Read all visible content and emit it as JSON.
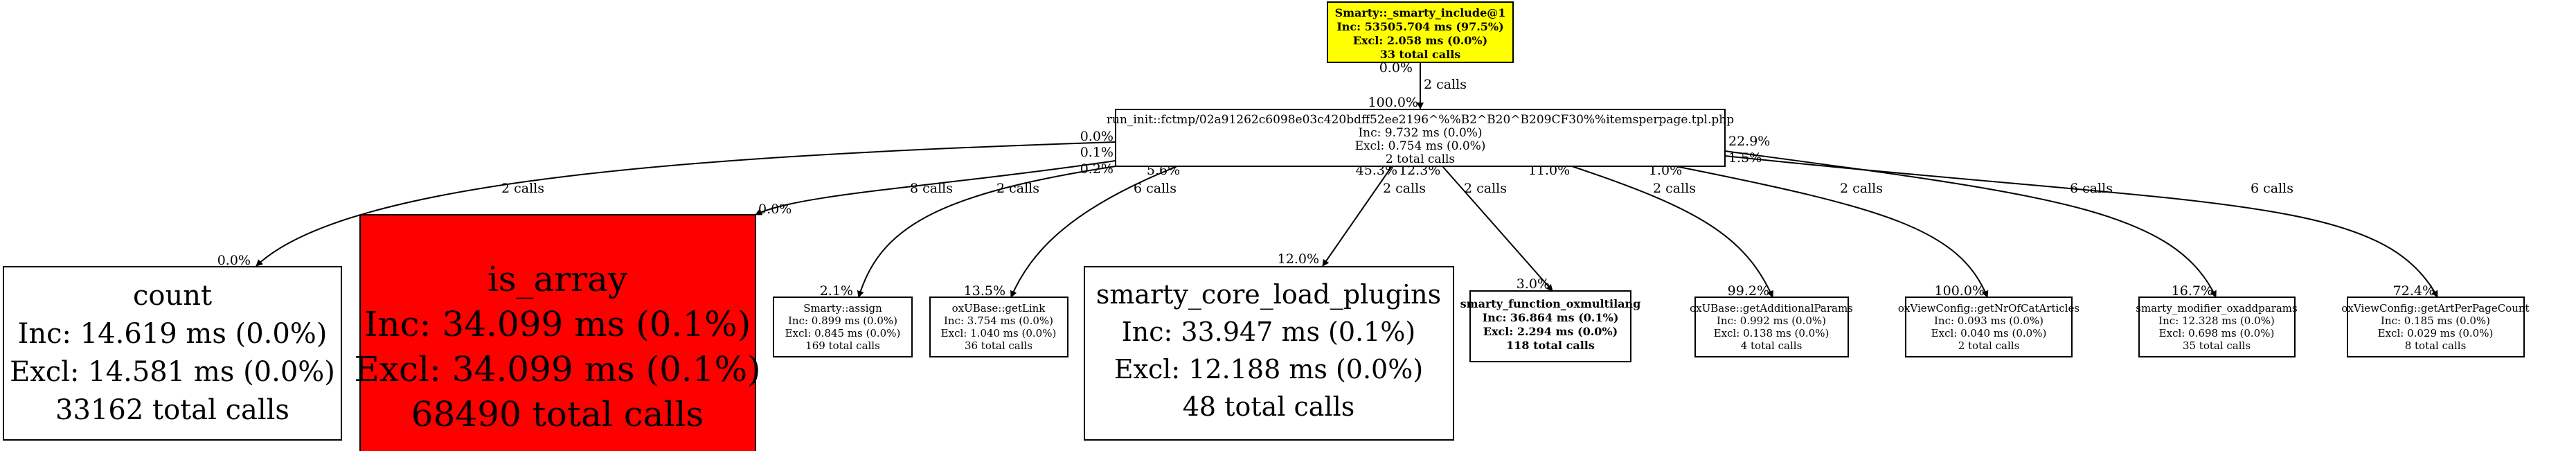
{
  "nodes": {
    "root": {
      "name": "Smarty::_smarty_include@1",
      "inc": "Inc: 53505.704 ms (97.5%)",
      "excl": "Excl: 2.058 ms (0.0%)",
      "calls": "33 total calls",
      "color": "#ffff00"
    },
    "run_init": {
      "name": "run_init::fctmp/02a91262c6098e03c420bdff52ee2196^%%B2^B20^B209CF30%%itemsperpage.tpl.php",
      "inc": "Inc: 9.732 ms (0.0%)",
      "excl": "Excl: 0.754 ms (0.0%)",
      "calls": "2 total calls"
    },
    "count": {
      "name": "count",
      "inc": "Inc: 14.619 ms (0.0%)",
      "excl": "Excl: 14.581 ms (0.0%)",
      "calls": "33162 total calls"
    },
    "is_array": {
      "name": "is_array",
      "inc": "Inc: 34.099 ms (0.1%)",
      "excl": "Excl: 34.099 ms (0.1%)",
      "calls": "68490 total calls",
      "color": "#ff0000"
    },
    "assign": {
      "name": "Smarty::assign",
      "inc": "Inc: 0.899 ms (0.0%)",
      "excl": "Excl: 0.845 ms (0.0%)",
      "calls": "169 total calls"
    },
    "getlink": {
      "name": "oxUBase::getLink",
      "inc": "Inc: 3.754 ms (0.0%)",
      "excl": "Excl: 1.040 ms (0.0%)",
      "calls": "36 total calls"
    },
    "load_plugins": {
      "name": "smarty_core_load_plugins",
      "inc": "Inc: 33.947 ms (0.1%)",
      "excl": "Excl: 12.188 ms (0.0%)",
      "calls": "48 total calls"
    },
    "oxmultilang": {
      "name": "smarty_function_oxmultilang",
      "inc": "Inc: 36.864 ms (0.1%)",
      "excl": "Excl: 2.294 ms (0.0%)",
      "calls": "118 total calls"
    },
    "addparams": {
      "name": "oxUBase::getAdditionalParams",
      "inc": "Inc: 0.992 ms (0.0%)",
      "excl": "Excl: 0.138 ms (0.0%)",
      "calls": "4 total calls"
    },
    "nrofcat": {
      "name": "oxViewConfig::getNrOfCatArticles",
      "inc": "Inc: 0.093 ms (0.0%)",
      "excl": "Excl: 0.040 ms (0.0%)",
      "calls": "2 total calls"
    },
    "oxaddparams": {
      "name": "smarty_modifier_oxaddparams",
      "inc": "Inc: 12.328 ms (0.0%)",
      "excl": "Excl: 0.698 ms (0.0%)",
      "calls": "35 total calls"
    },
    "artperpage": {
      "name": "oxViewConfig::getArtPerPageCount",
      "inc": "Inc: 0.185 ms (0.0%)",
      "excl": "Excl: 0.029 ms (0.0%)",
      "calls": "8 total calls"
    }
  },
  "edges": {
    "root_run": {
      "src": "0.0%",
      "calls": "2 calls",
      "dst": "100.0%"
    },
    "count": {
      "src": "0.0%",
      "calls": "2 calls",
      "dst": "0.0%"
    },
    "is_array": {
      "src": "0.1%",
      "calls": "8 calls",
      "dst": "0.0%"
    },
    "assign": {
      "src": "0.2%",
      "calls": "2 calls",
      "dst": "2.1%"
    },
    "getlink": {
      "src": "5.6%",
      "calls": "6 calls",
      "dst": "13.5%"
    },
    "load_plugins": {
      "src": "45.3%",
      "calls": "2 calls",
      "dst": "12.0%"
    },
    "oxmultilang": {
      "src": "12.3%",
      "calls": "2 calls",
      "dst": "3.0%"
    },
    "addparams": {
      "src": "11.0%",
      "calls": "2 calls",
      "dst": "99.2%"
    },
    "nrofcat": {
      "src": "1.0%",
      "calls": "2 calls",
      "dst": "100.0%"
    },
    "oxaddparams": {
      "src": "22.9%",
      "calls": "6 calls",
      "dst": "16.7%"
    },
    "artperpage": {
      "src": "1.5%",
      "calls": "6 calls",
      "dst": "72.4%"
    }
  }
}
